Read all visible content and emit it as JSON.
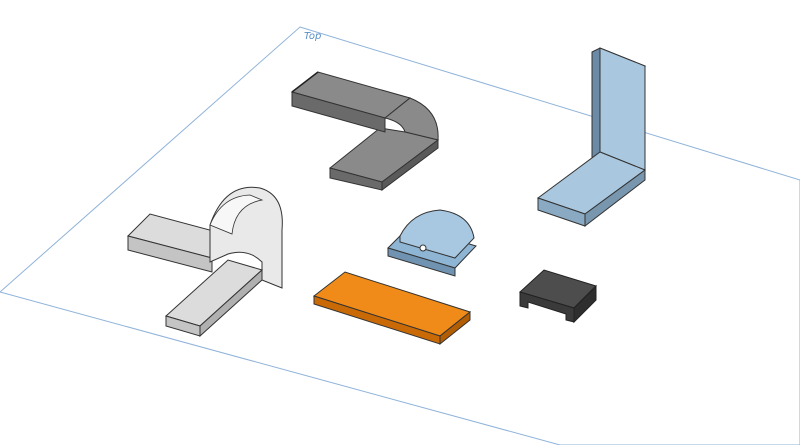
{
  "viewport": {
    "plane_label": "Top"
  },
  "colors": {
    "plane_edge": "#8fb3d9",
    "dark_gray": "#6f6f6f",
    "light_gray": "#d9d9d9",
    "light_blue": "#a7c6de",
    "steel_blue": "#8db4d4",
    "orange": "#e8800f",
    "charcoal": "#4a4a4a"
  },
  "parts": [
    {
      "name": "gray-elbow-channel"
    },
    {
      "name": "blue-l-bracket"
    },
    {
      "name": "white-tee-arch"
    },
    {
      "name": "blue-cap-box"
    },
    {
      "name": "orange-flat-strip"
    },
    {
      "name": "dark-small-clip"
    }
  ]
}
